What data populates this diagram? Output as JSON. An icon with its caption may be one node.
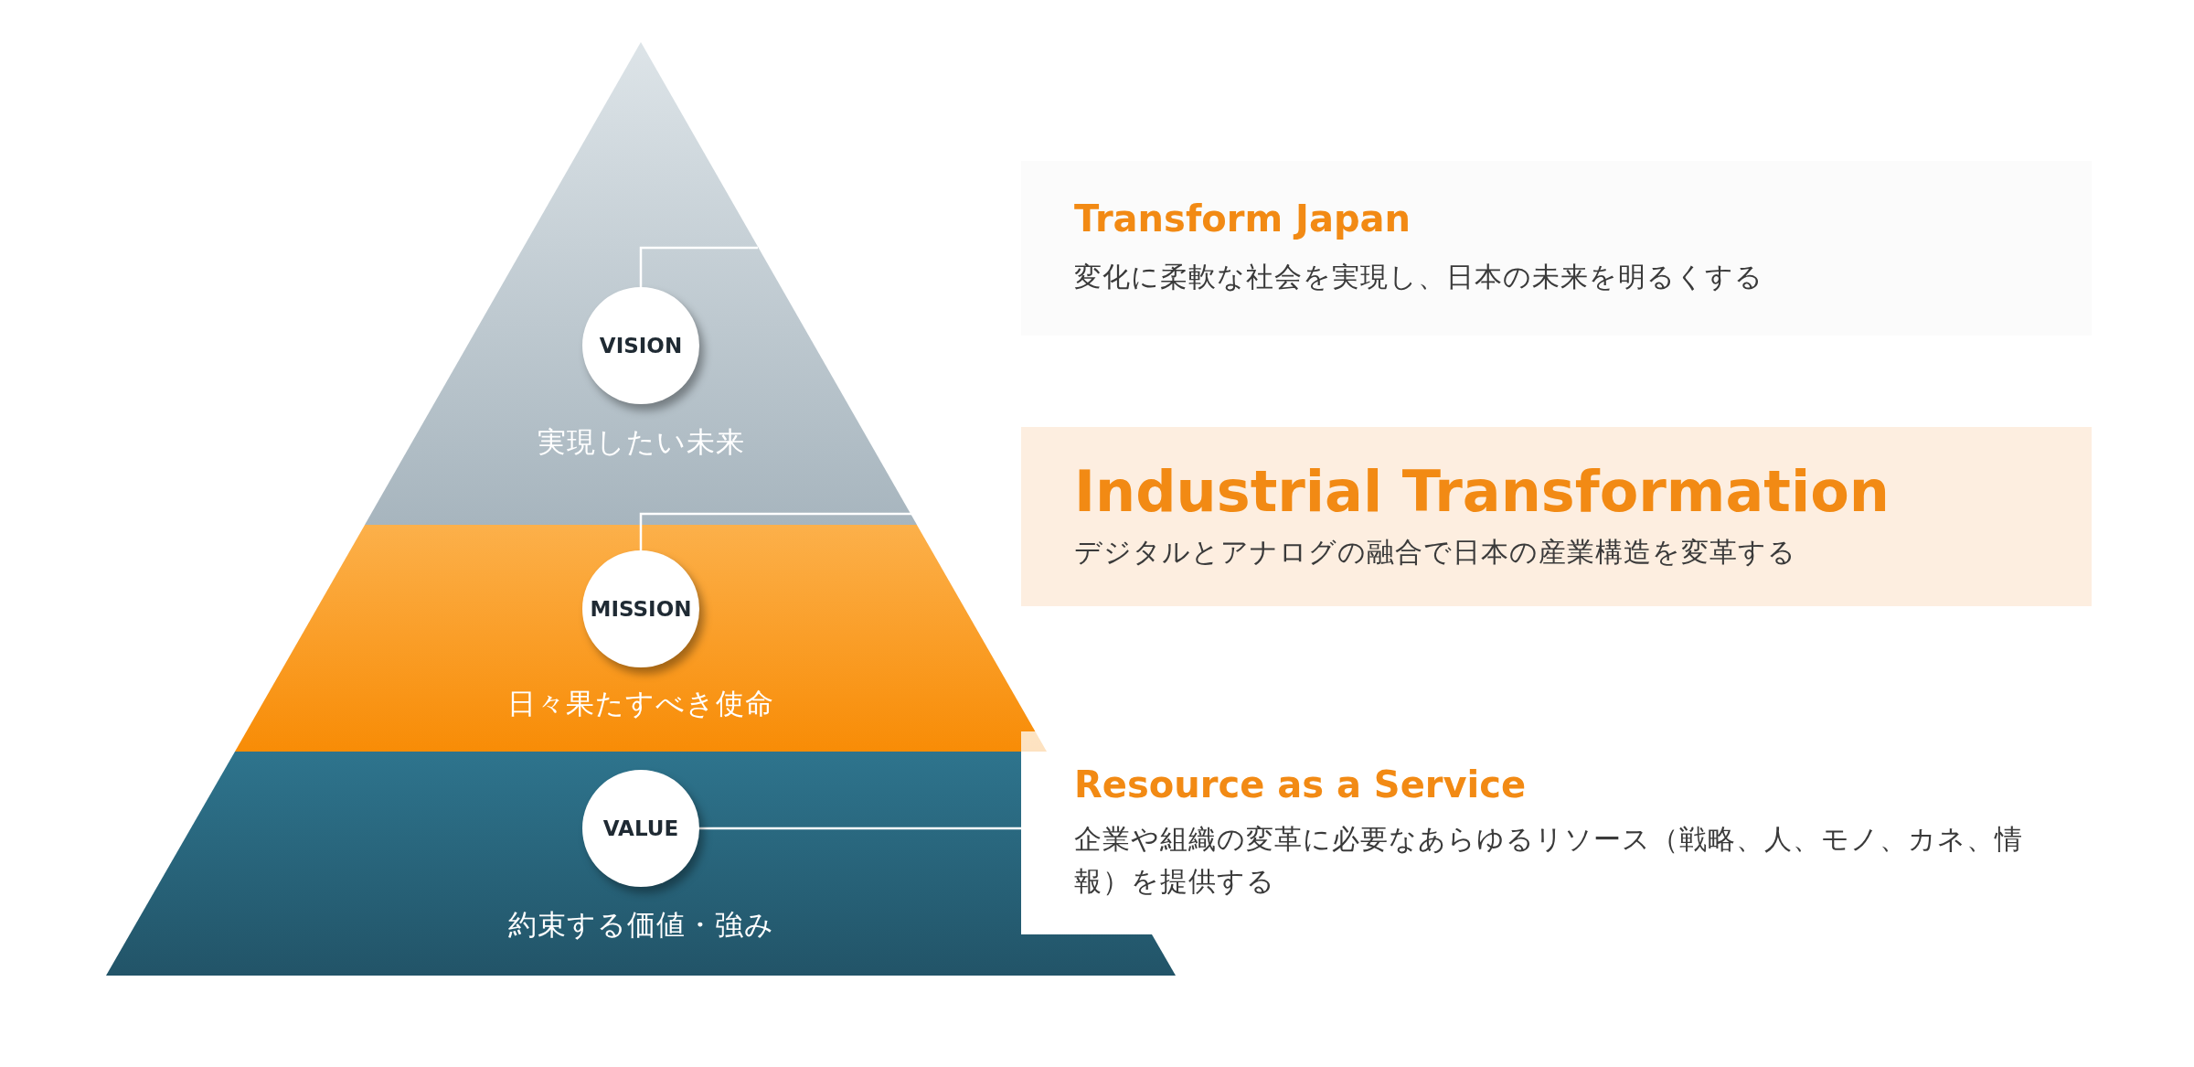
{
  "diagram": {
    "nodes": [
      {
        "text": [
          "実現したい未来"
        ]
      },
      {
        "text": [
          "VISION"
        ],
        "in": 0
      },
      {
        "text": [
          "日々果たすべき使命"
        ]
      },
      {
        "text": [
          "MISSION"
        ],
        "in": 2
      },
      {
        "text": [
          "約束する価値・強み"
        ]
      },
      {
        "text": [
          "VALUE"
        ],
        "in": 4
      },
      {
        "text": [
          "Transform Japan",
          "変化に柔軟な社会を実現し、日本の未来を明るくする"
        ]
      },
      {
        "text": [
          "Industrial Transformation",
          "デジタルとアナログの融合で日本の産業構造を変革する"
        ]
      },
      {
        "text": [
          "Resource as a Service",
          "企業や組織の変革に必要なあらゆるリソース（戦略、人、モノ、カネ、情報）を提供する"
        ]
      }
    ],
    "edges": [
      {
        "from": 1,
        "to": null,
        "arrow": "none"
      },
      {
        "from": 3,
        "to": null,
        "arrow": "none"
      },
      {
        "from": 5,
        "to": 8,
        "arrow": "none"
      }
    ]
  }
}
